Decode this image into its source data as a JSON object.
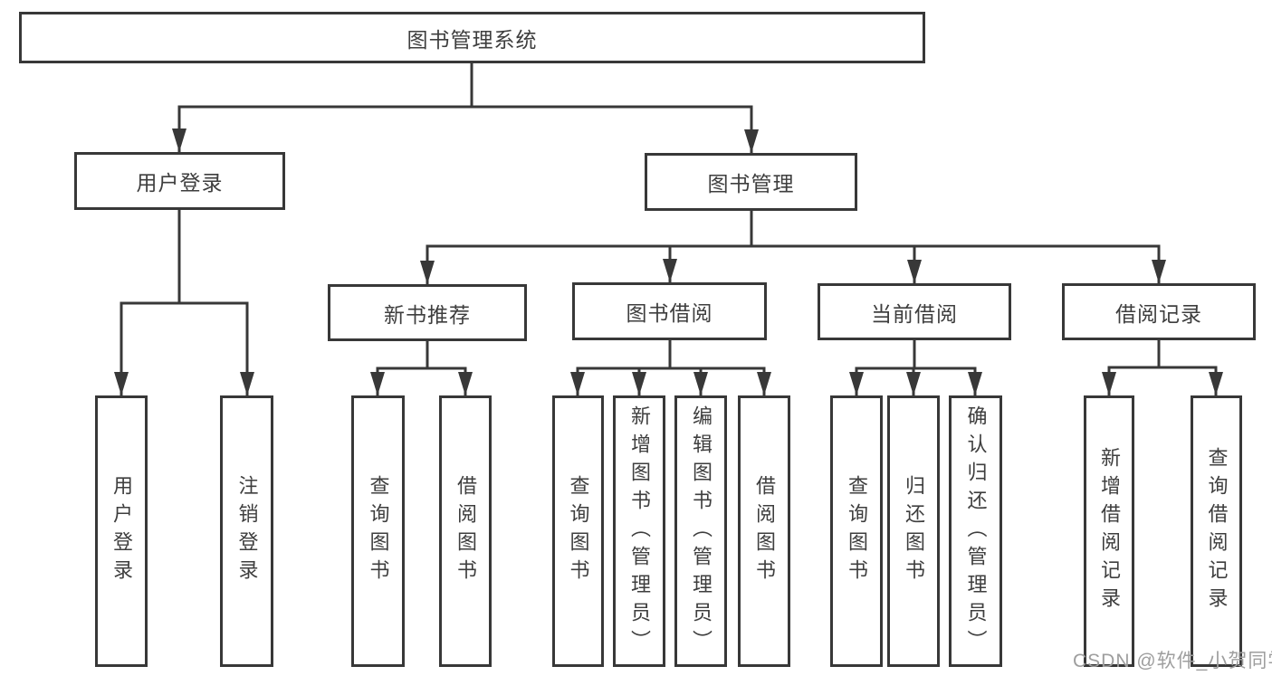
{
  "tree": {
    "root": {
      "label": "图书管理系统"
    },
    "children": [
      {
        "label": "用户登录",
        "children": [
          {
            "label": "用户登录"
          },
          {
            "label": "注销登录"
          }
        ]
      },
      {
        "label": "图书管理",
        "children": [
          {
            "label": "新书推荐",
            "children": [
              {
                "label": "查询图书"
              },
              {
                "label": "借阅图书"
              }
            ]
          },
          {
            "label": "图书借阅",
            "children": [
              {
                "label": "查询图书"
              },
              {
                "label": "新增图书（管理员）"
              },
              {
                "label": "编辑图书（管理员）"
              },
              {
                "label": "借阅图书"
              }
            ]
          },
          {
            "label": "当前借阅",
            "children": [
              {
                "label": "查询图书"
              },
              {
                "label": "归还图书"
              },
              {
                "label": "确认归还（管理员）"
              }
            ]
          },
          {
            "label": "借阅记录",
            "children": [
              {
                "label": "新增借阅记录"
              },
              {
                "label": "查询借阅记录"
              }
            ]
          }
        ]
      }
    ]
  },
  "watermark": {
    "text": "CSDN @软件_小贺同学"
  },
  "colors": {
    "line": "#383838",
    "node_text": "#3e3e3e",
    "watermark": "#9e9e9e",
    "background": "#ffffff"
  }
}
